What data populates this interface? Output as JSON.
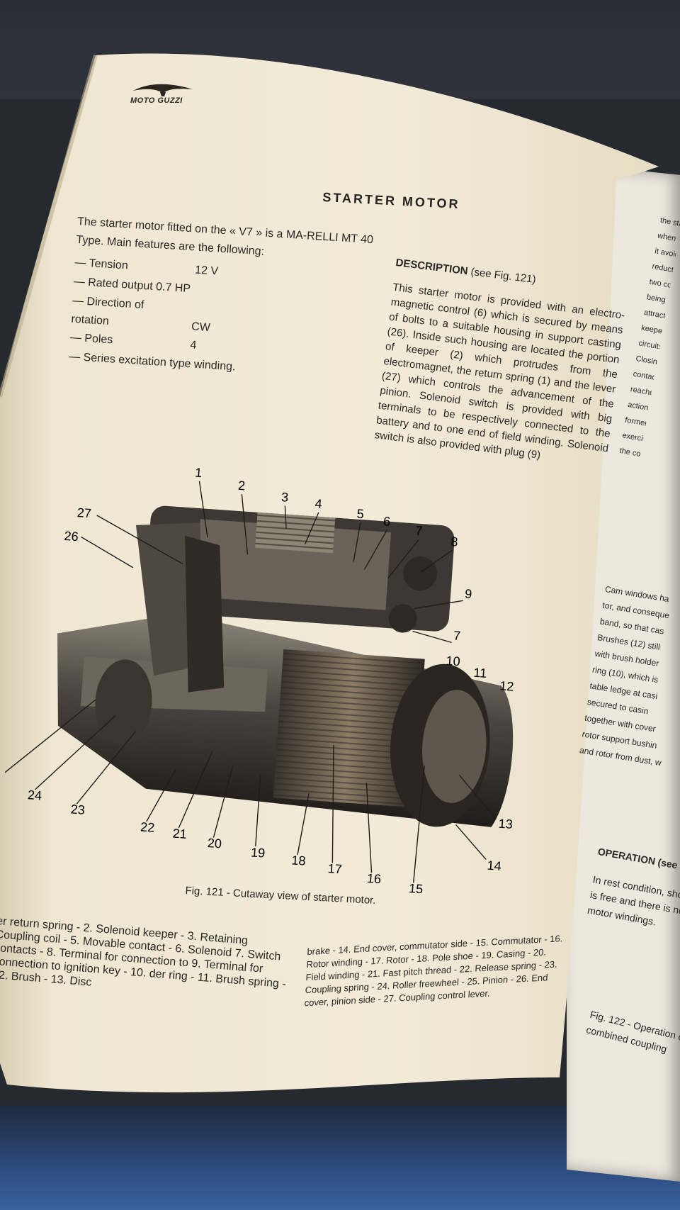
{
  "brand": "MOTO GUZZI",
  "heading": "STARTER MOTOR",
  "intro": "The starter motor fitted on the « V7 » is a MA-RELLI MT 40 Type. Main features are the following:",
  "specs": [
    {
      "label": "— Tension",
      "value": "12 V"
    },
    {
      "label": "— Rated output 0.7 HP",
      "value": ""
    },
    {
      "label": "— Direction of rotation",
      "value": "CW"
    },
    {
      "label": "— Poles",
      "value": "4"
    },
    {
      "label": "— Series excitation type winding.",
      "value": ""
    }
  ],
  "description_title": "DESCRIPTION",
  "description_ref": "(see Fig. 121)",
  "description_text": "This starter motor is provided with an electro-magnetic control (6) which is secured by means of bolts to a suitable housing in support casting (26). Inside such housing are located the portion of keeper (2) which protrudes from the electromagnet, the return spring (1) and the lever (27) which controls the advancement of the pinion. Solenoid switch is provided with big terminals to be respectively connected to the battery and to one end of field winding. Solenoid switch is also provided with plug (9)",
  "callouts": [
    "1",
    "2",
    "3",
    "4",
    "5",
    "6",
    "7",
    "8",
    "9",
    "7",
    "10",
    "11",
    "12",
    "13",
    "14",
    "15",
    "16",
    "17",
    "18",
    "19",
    "20",
    "21",
    "22",
    "23",
    "24",
    "25",
    "26",
    "27"
  ],
  "caption": "Fig. 121 - Cutaway view of starter motor.",
  "legend_left": "er return spring - 2. Solenoid keeper - 3. Retaining Coupling coil - 5. Movable contact - 6. Solenoid 7. Switch contacts - 8. Terminal for connection to 9. Terminal for connection to ignition key - 10. der ring - 11. Brush spring - 12. Brush - 13. Disc",
  "legend_right": "brake - 14. End cover, commutator side - 15. Commutator - 16. Rotor winding - 17. Rotor - 18. Pole shoe - 19. Casing - 20. Field winding - 21. Fast pitch thread - 22. Release spring - 23. Coupling spring - 24. Roller freewheel - 25. Pinion - 26. End cover, pinion side - 27. Coupling control lever.",
  "right_page": {
    "column_fragments": [
      "Cam windows ha",
      "tor, and conseque",
      "band, so that cas",
      "Brushes (12) still",
      "with brush holder",
      "ring (10), which is",
      "table ledge at casi",
      "secured to casin",
      "together with cover",
      "rotor support bushin",
      "and rotor from dust, w"
    ],
    "upper_fragments": [
      "the starter moto",
      "when load on b",
      "it avoids volt",
      "reduction of b",
      "two coil arran",
      "being now th",
      "attractive fo",
      "keeper is r",
      "circuits the",
      "Closing to",
      "contact (5)",
      "reaches t",
      "action of",
      "former. S",
      "exercise",
      "the core"
    ],
    "operation_fragments": [
      "OPERATION (see Fig. 1",
      "In rest condition, shown",
      "is free and there is no",
      "motor windings."
    ],
    "fig_fragments": [
      "Fig. 122 - Operation of",
      "combined coupling"
    ]
  }
}
